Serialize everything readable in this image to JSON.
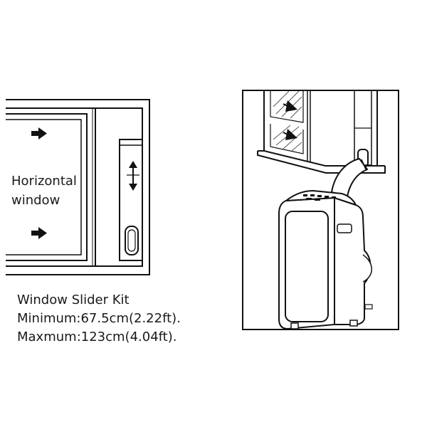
{
  "window_label": {
    "line1": "Horizontal",
    "line2": "window"
  },
  "spec": {
    "title": "Window Slider Kit",
    "minimum": "Minimum:67.5cm(2.22ft).",
    "maximum": "Maxmum:123cm(4.04ft)."
  },
  "icons": [
    "right-arrow-icon",
    "up-down-arrow-icon",
    "hose-outlet-icon"
  ],
  "colors": {
    "line": "#111111",
    "background": "#ffffff"
  }
}
